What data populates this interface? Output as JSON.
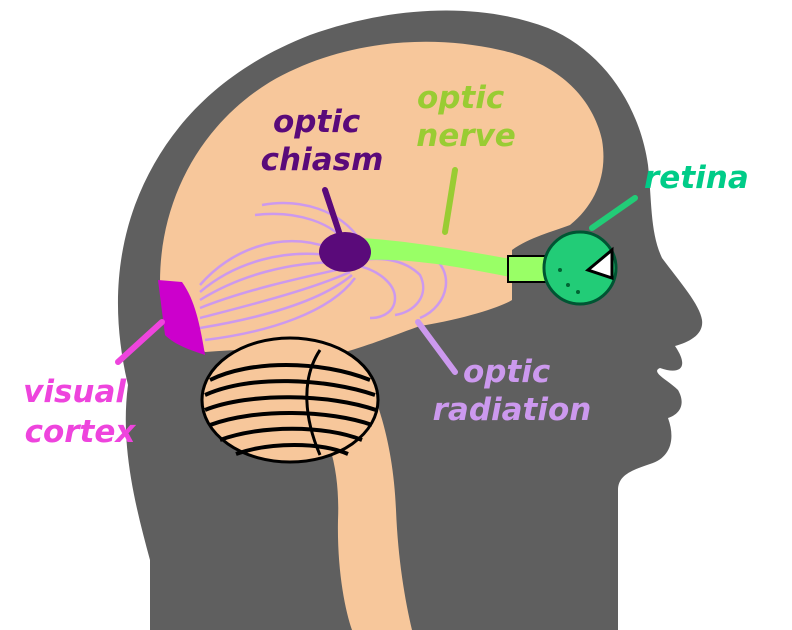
{
  "labels": {
    "optic_chiasm": [
      "optic",
      "chiasm"
    ],
    "optic_nerve": [
      "optic",
      "nerve"
    ],
    "retina": "retina",
    "visual_cortex": [
      "visual",
      "cortex"
    ],
    "optic_radiation": [
      "optic",
      "radiation"
    ]
  },
  "colors": {
    "head": "#5f5f5f",
    "brain": "#f7c79b",
    "chiasm": "#5a0a7a",
    "nerve": "#99ff66",
    "nerve_label": "#99cc33",
    "retina": "#22cc77",
    "retina_label": "#00cc88",
    "cortex": "#cc00cc",
    "cortex_label": "#ee44dd",
    "radiation": "#cc99ee",
    "cerebellum": "#000000"
  }
}
